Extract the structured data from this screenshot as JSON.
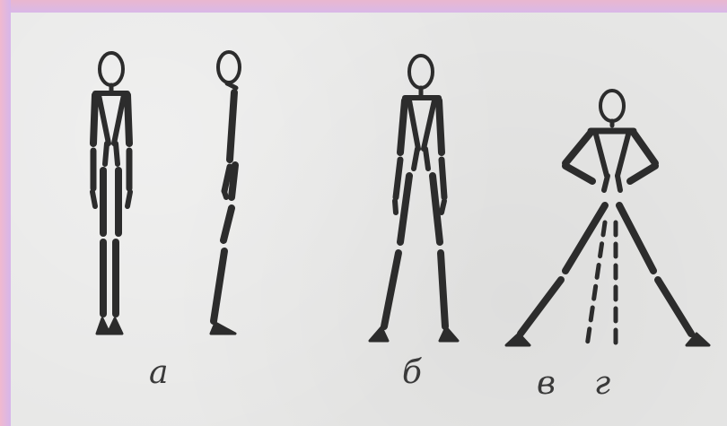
{
  "labels": {
    "a": "а",
    "b": "б",
    "v": "в",
    "g": "г"
  },
  "colors": {
    "ink": "#2c2c2c",
    "paper": "#e7e7e6",
    "frame_top": "#e9b7cf",
    "frame_side": "#c9c6f0"
  }
}
